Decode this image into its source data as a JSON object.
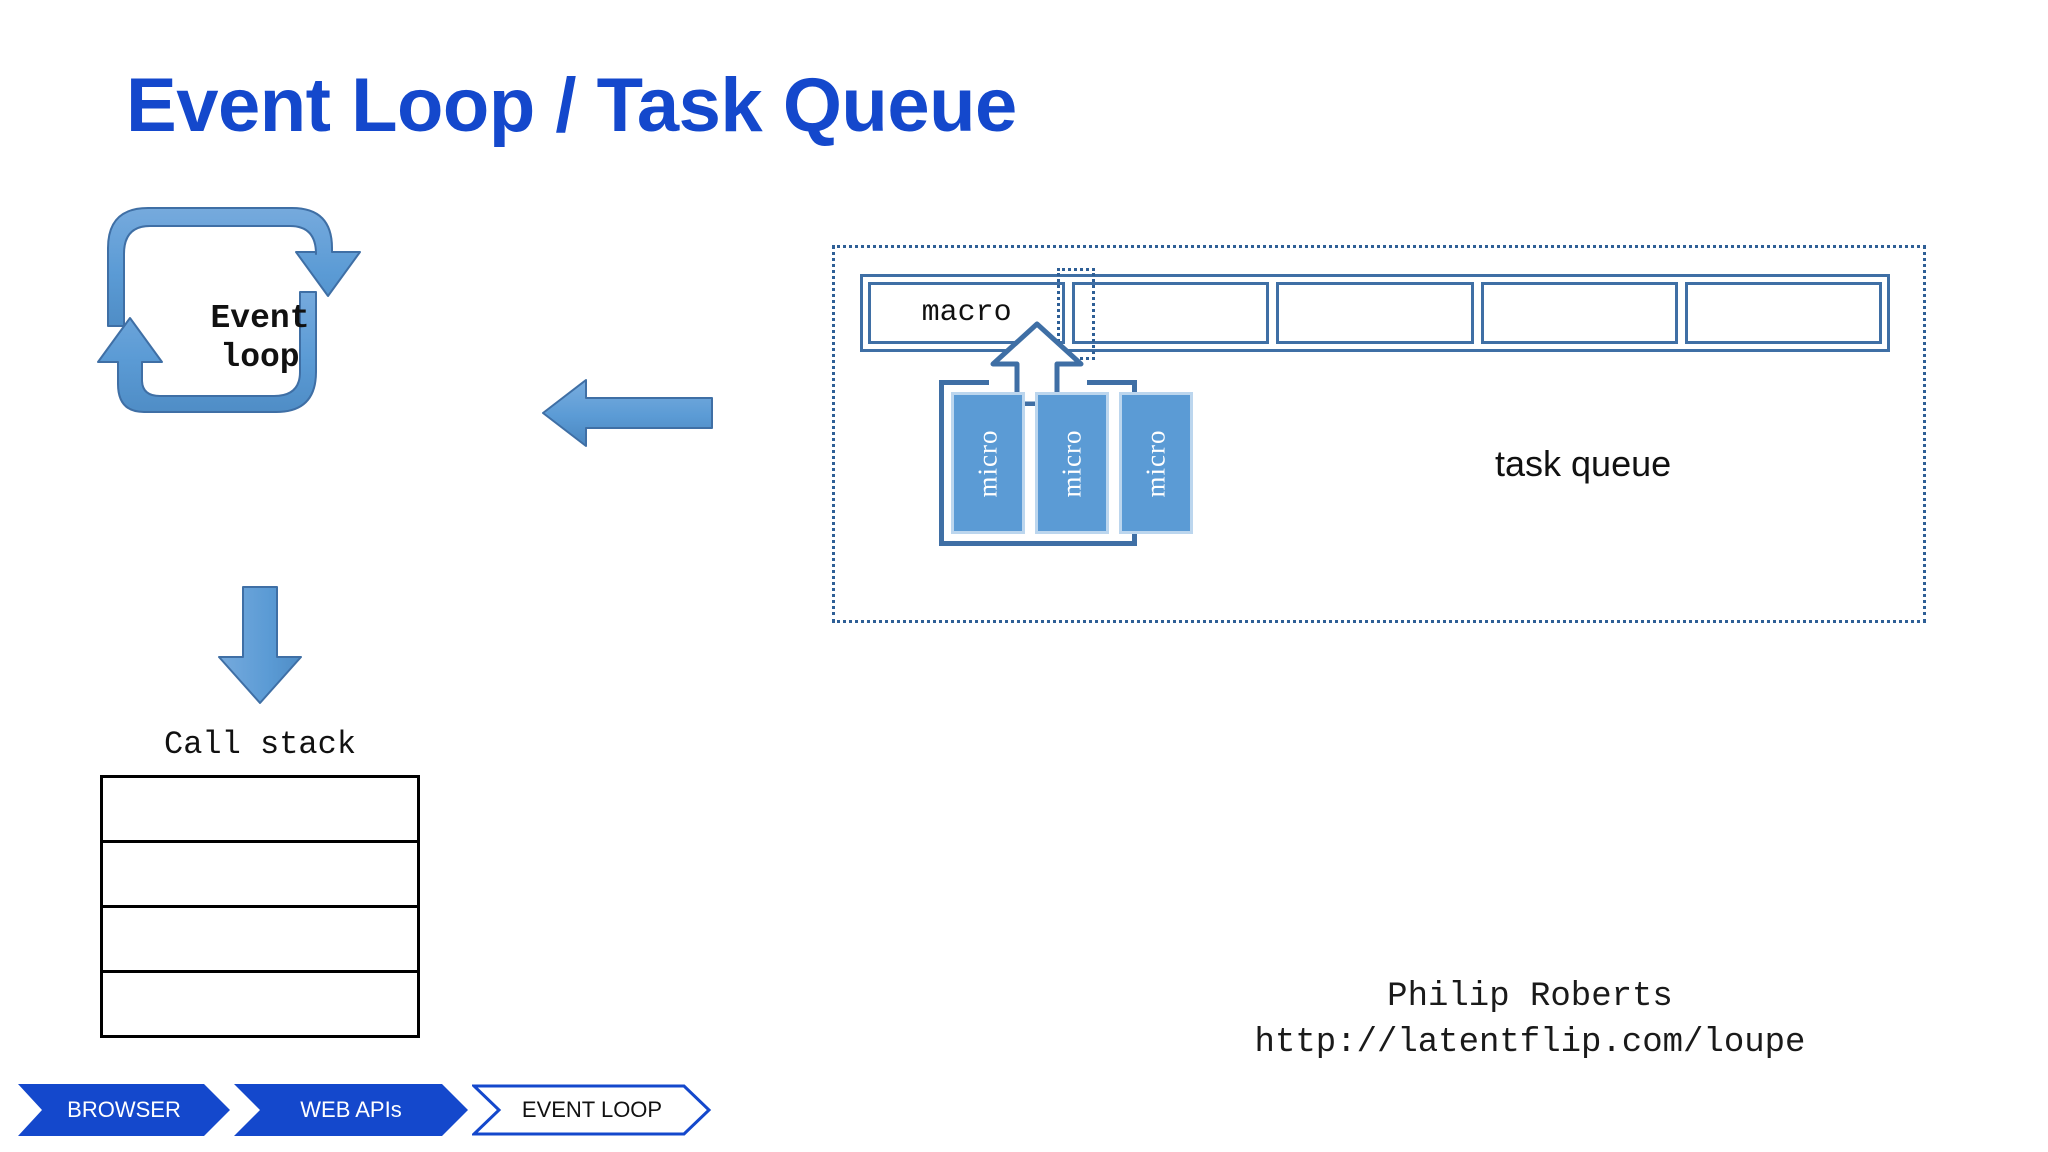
{
  "title": "Event Loop / Task Queue",
  "colors": {
    "title_blue": "#1448cc",
    "arrow_blue": "#5b9bd5",
    "arrow_blue_stroke": "#3f6fa5",
    "queue_border": "#3f6fa5",
    "dotted_border": "#2e5f96",
    "chevron_fill": "#1448cc",
    "stack_border": "#000000",
    "text_dark": "#111111"
  },
  "event_loop": {
    "label_line1": "Event",
    "label_line2": "loop",
    "loop_arrow_icon": "circular-loop-arrow-icon",
    "down_arrow_icon": "down-arrow-icon",
    "left_arrow_icon": "left-arrow-icon"
  },
  "call_stack": {
    "label": "Call stack",
    "frames": [
      "",
      "",
      "",
      ""
    ]
  },
  "task_queue": {
    "label": "task queue",
    "cells": [
      "macro",
      "",
      "",
      "",
      ""
    ],
    "marker_name": "macro-boundary-marker",
    "micro": {
      "items": [
        "micro",
        "micro",
        "micro"
      ],
      "arrow_icon": "up-arrow-outline-icon"
    }
  },
  "attribution": {
    "author": "Philip Roberts",
    "url": "http://latentflip.com/loupe"
  },
  "breadcrumb": {
    "items": [
      {
        "label": "BROWSER",
        "style": "filled"
      },
      {
        "label": "WEB APIs",
        "style": "filled"
      },
      {
        "label": "EVENT LOOP",
        "style": "outline"
      }
    ]
  }
}
